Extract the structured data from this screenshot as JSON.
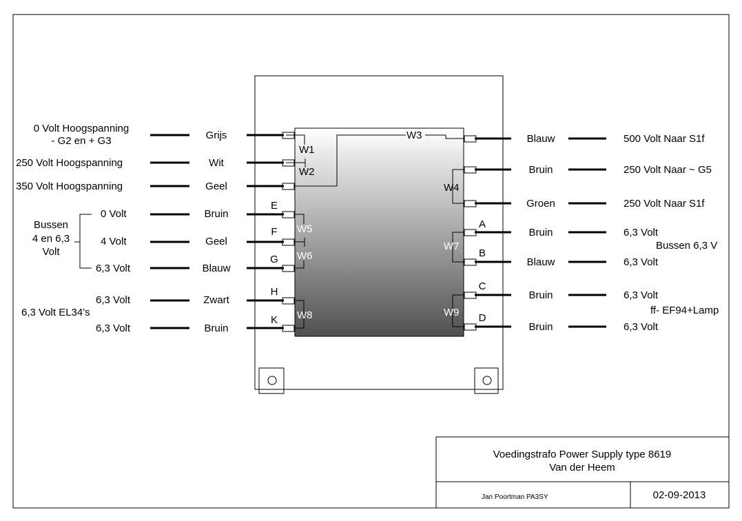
{
  "left_rows": [
    {
      "desc": "0 Volt Hoogspanning",
      "desc2": "- G2 en + G3",
      "color": "Grijs"
    },
    {
      "desc": "250 Volt Hoogspanning",
      "color": "Wit"
    },
    {
      "desc": "350 Volt Hoogspanning",
      "color": "Geel"
    },
    {
      "desc": "0 Volt",
      "color": "Bruin",
      "pin": "E"
    },
    {
      "desc": "4 Volt",
      "color": "Geel",
      "pin": "F"
    },
    {
      "desc": "6,3 Volt",
      "color": "Blauw",
      "pin": "G"
    },
    {
      "desc": "6,3 Volt",
      "color": "Zwart",
      "pin": "H"
    },
    {
      "desc": "6,3 Volt",
      "color": "Bruin",
      "pin": "K"
    }
  ],
  "left_groups": {
    "bussen": [
      "Bussen",
      "4 en 6,3",
      "Volt"
    ],
    "el34": "6,3 Volt EL34's"
  },
  "right_rows": [
    {
      "color": "Blauw",
      "desc": "500 Volt  Naar S1f"
    },
    {
      "color": "Bruin",
      "desc": "250 Volt  Naar ~ G5"
    },
    {
      "color": "Groen",
      "desc": "250 Volt  Naar S1f"
    },
    {
      "color": "Bruin",
      "desc": "6,3 Volt",
      "pin": "A"
    },
    {
      "color": "Blauw",
      "desc": "6,3 Volt",
      "pin": "B"
    },
    {
      "color": "Bruin",
      "desc": "6,3 Volt",
      "pin": "C"
    },
    {
      "color": "Bruin",
      "desc": "6,3 Volt",
      "pin": "D"
    }
  ],
  "right_groups": {
    "bussen": "Bussen 6,3 V",
    "ef94": "ff- EF94+Lamp"
  },
  "windings": [
    "W1",
    "W2",
    "W3",
    "W4",
    "W5",
    "W6",
    "W7",
    "W8",
    "W9"
  ],
  "title_block": {
    "title": "Voedingstrafo Power Supply type 8619",
    "subtitle": "Van der Heem",
    "author": "Jan Poortman  PA3SY",
    "date": "02-09-2013"
  }
}
